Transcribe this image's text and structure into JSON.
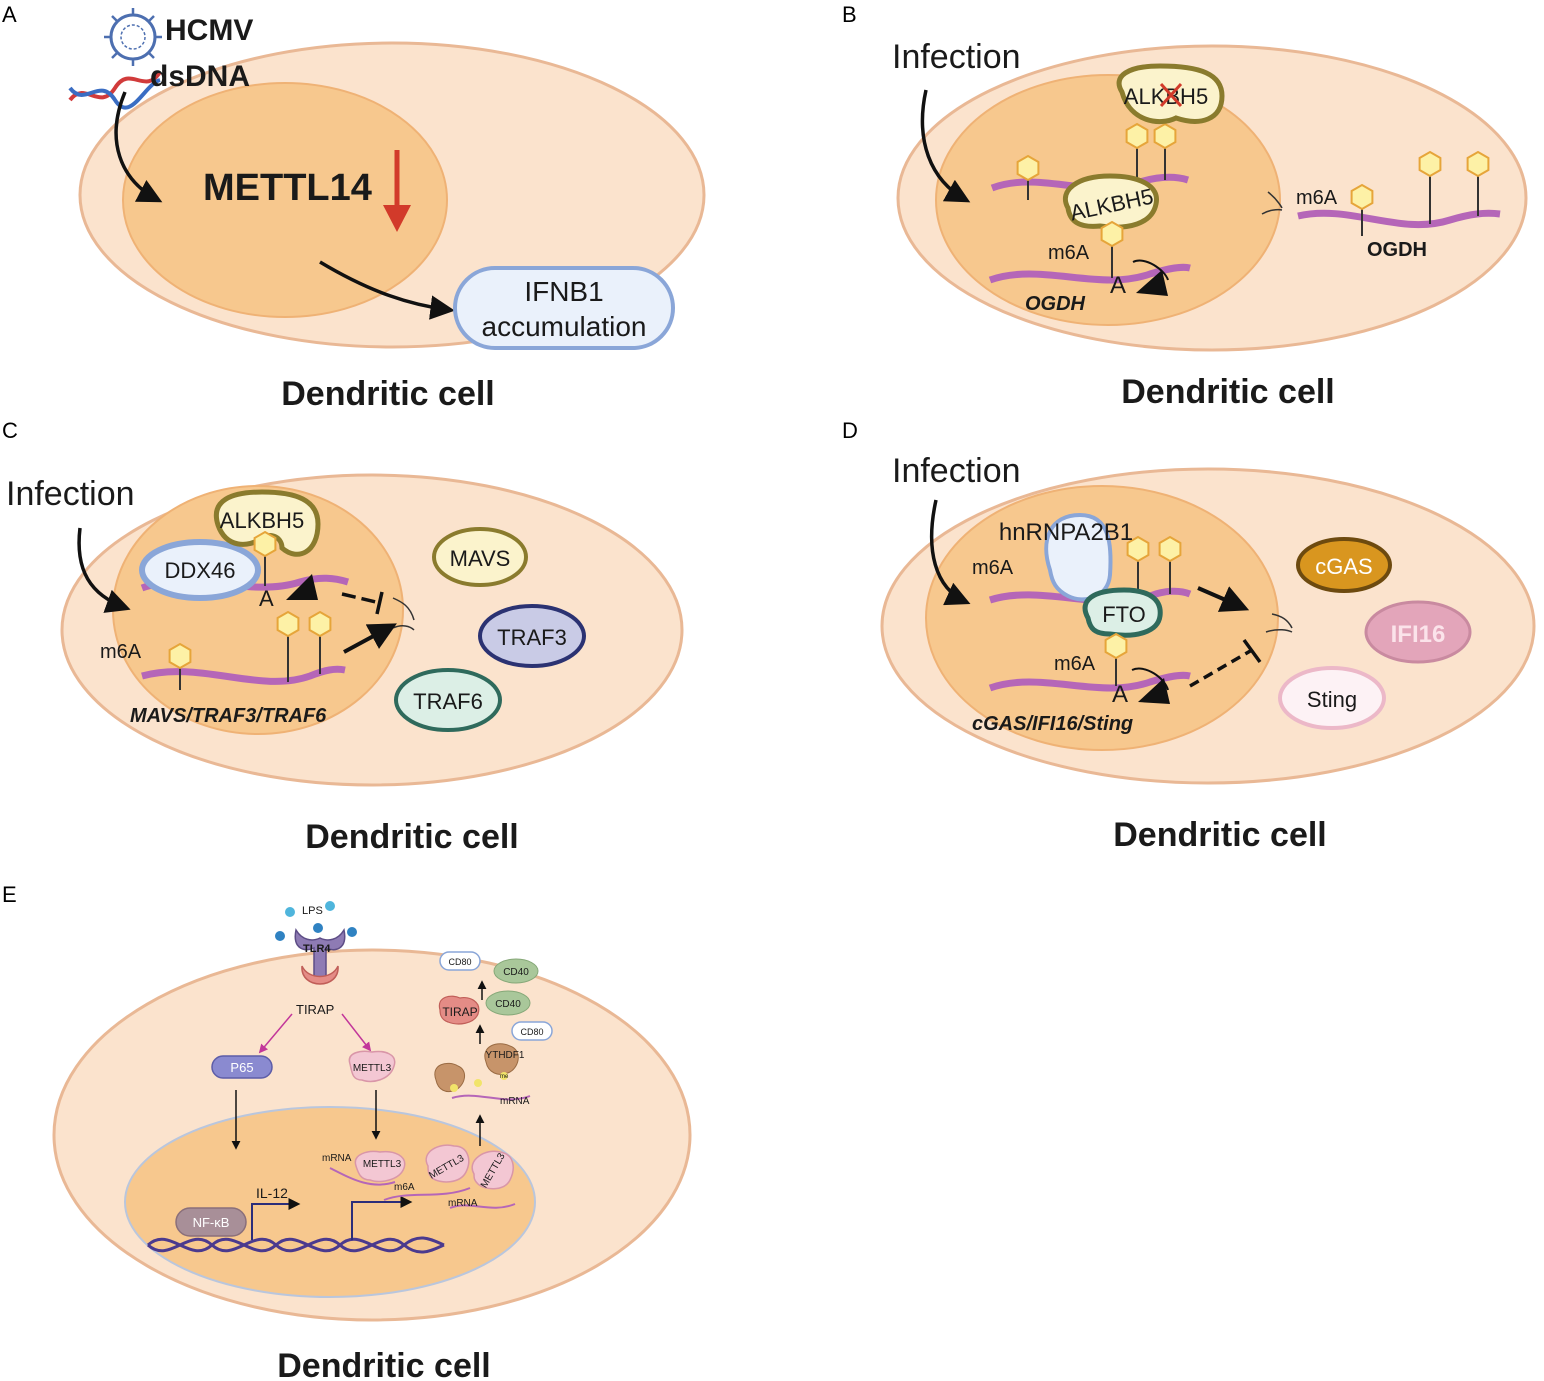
{
  "panels": {
    "A": {
      "letter": "A",
      "virus": "HCMV",
      "dsdna": "dsDNA",
      "enzyme": "METTL14",
      "output_line1": "IFNB1",
      "output_line2": "accumulation",
      "caption": "Dendritic cell"
    },
    "B": {
      "letter": "B",
      "infection": "Infection",
      "eraser_top": "ALKBH5",
      "eraser_mid": "ALKBH5",
      "m6a_left": "m6A",
      "a_label": "A",
      "gene_left": "OGDH",
      "m6a_right": "m6A",
      "gene_right": "OGDH",
      "caption": "Dendritic cell"
    },
    "C": {
      "letter": "C",
      "infection": "Infection",
      "eraser": "ALKBH5",
      "helicase": "DDX46",
      "a_label": "A",
      "m6a": "m6A",
      "genes": "MAVS/TRAF3/TRAF6",
      "mavs": "MAVS",
      "traf3": "TRAF3",
      "traf6": "TRAF6",
      "caption": "Dendritic cell"
    },
    "D": {
      "letter": "D",
      "infection": "Infection",
      "reader": "hnRNPA2B1",
      "eraser": "FTO",
      "m6a_top": "m6A",
      "m6a_mid": "m6A",
      "a_label": "A",
      "genes": "cGAS/IFI16/Sting",
      "cgas": "cGAS",
      "ifi16": "IFI16",
      "sting": "Sting",
      "caption": "Dendritic cell"
    },
    "E": {
      "letter": "E",
      "lps": "LPS",
      "tlr4": "TLR4",
      "tirap": "TIRAP",
      "p65": "P65",
      "mettl3_cyto": "METTL3",
      "cd80_top": "CD80",
      "cd40_top": "CD40",
      "cd40_mid": "CD40",
      "cd80_mid": "CD80",
      "tirap_right": "TIRAP",
      "ythdf1": "YTHDF1",
      "mrna_cyto": "mRNA",
      "nfkb": "NF-κB",
      "il12": "IL-12",
      "mrna_nuc1": "mRNA",
      "mettl3_nuc1": "METTL3",
      "m6a_nuc": "m6A",
      "mettl3_nuc2": "METTL3",
      "mrna_nuc2": "mRNA",
      "mettl3_nuc3": "METTL3",
      "me": "me",
      "caption": "Dendritic cell"
    }
  },
  "colors": {
    "cell": "#fbe3cd",
    "cell_stroke": "#e9b895",
    "nucleus": "#f7c88e",
    "mrna": "#b566b8",
    "m6a_mark": "#fdf1a6",
    "m6a_stroke": "#e6a53a",
    "down_arrow": "#d23a2a",
    "eraser_fill": "#fbf3cc",
    "eraser_stroke": "#8a7b2d"
  }
}
